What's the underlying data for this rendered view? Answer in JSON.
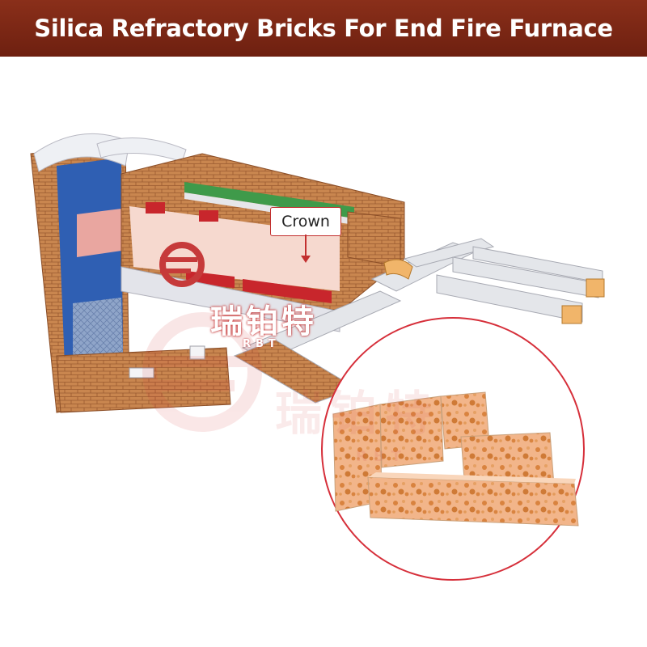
{
  "banner": {
    "title": "Silica Refractory Bricks For End Fire Furnace"
  },
  "callout": {
    "label": "Crown"
  },
  "logo": {
    "mark_text": "瑞铂特",
    "sub_text": "RBT"
  },
  "watermark": {
    "mark_text": "瑞铂特",
    "sub_text": "RBT"
  },
  "colors": {
    "banner": "#7a2714",
    "brick": "#c9864f",
    "regenerator_blue": "#2f5fb3",
    "crown_green": "#3f9a4a",
    "accent_red": "#c8262c",
    "callout_border": "#c22f2f",
    "circle_border": "#d62f3a"
  }
}
